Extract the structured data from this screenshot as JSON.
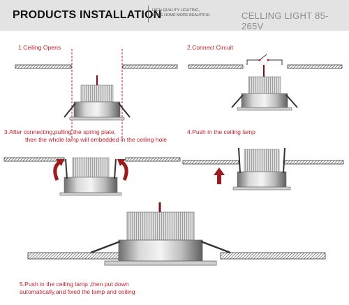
{
  "header": {
    "title": "PRODUCTS INSTALLATION",
    "sub_line1": "HIGH-QUALITY LIGHTING,",
    "sub_line2": "MAKE HOME MORE BEAUTIFUL",
    "right": "CELLING LIGHT  85-265V"
  },
  "steps": [
    {
      "lines": [
        "1.Ceiling Opens"
      ]
    },
    {
      "lines": [
        "2.Connect Circuit"
      ]
    },
    {
      "lines": [
        "3.After connecting,pulling the spring plate,",
        "then the whole lamp will embedded in the ceiling hole"
      ]
    },
    {
      "lines": [
        "4.Push in the ceiling lamp"
      ]
    },
    {
      "lines": [
        "5.Push in the ceiling lamp ,then put down",
        "automatically,and fixed the lamp and ceiling"
      ]
    }
  ],
  "colors": {
    "header_bg": "#e2e3e2",
    "accent": "#c2202a",
    "arrow": "#9b1b1e",
    "ceiling": "#333333"
  }
}
